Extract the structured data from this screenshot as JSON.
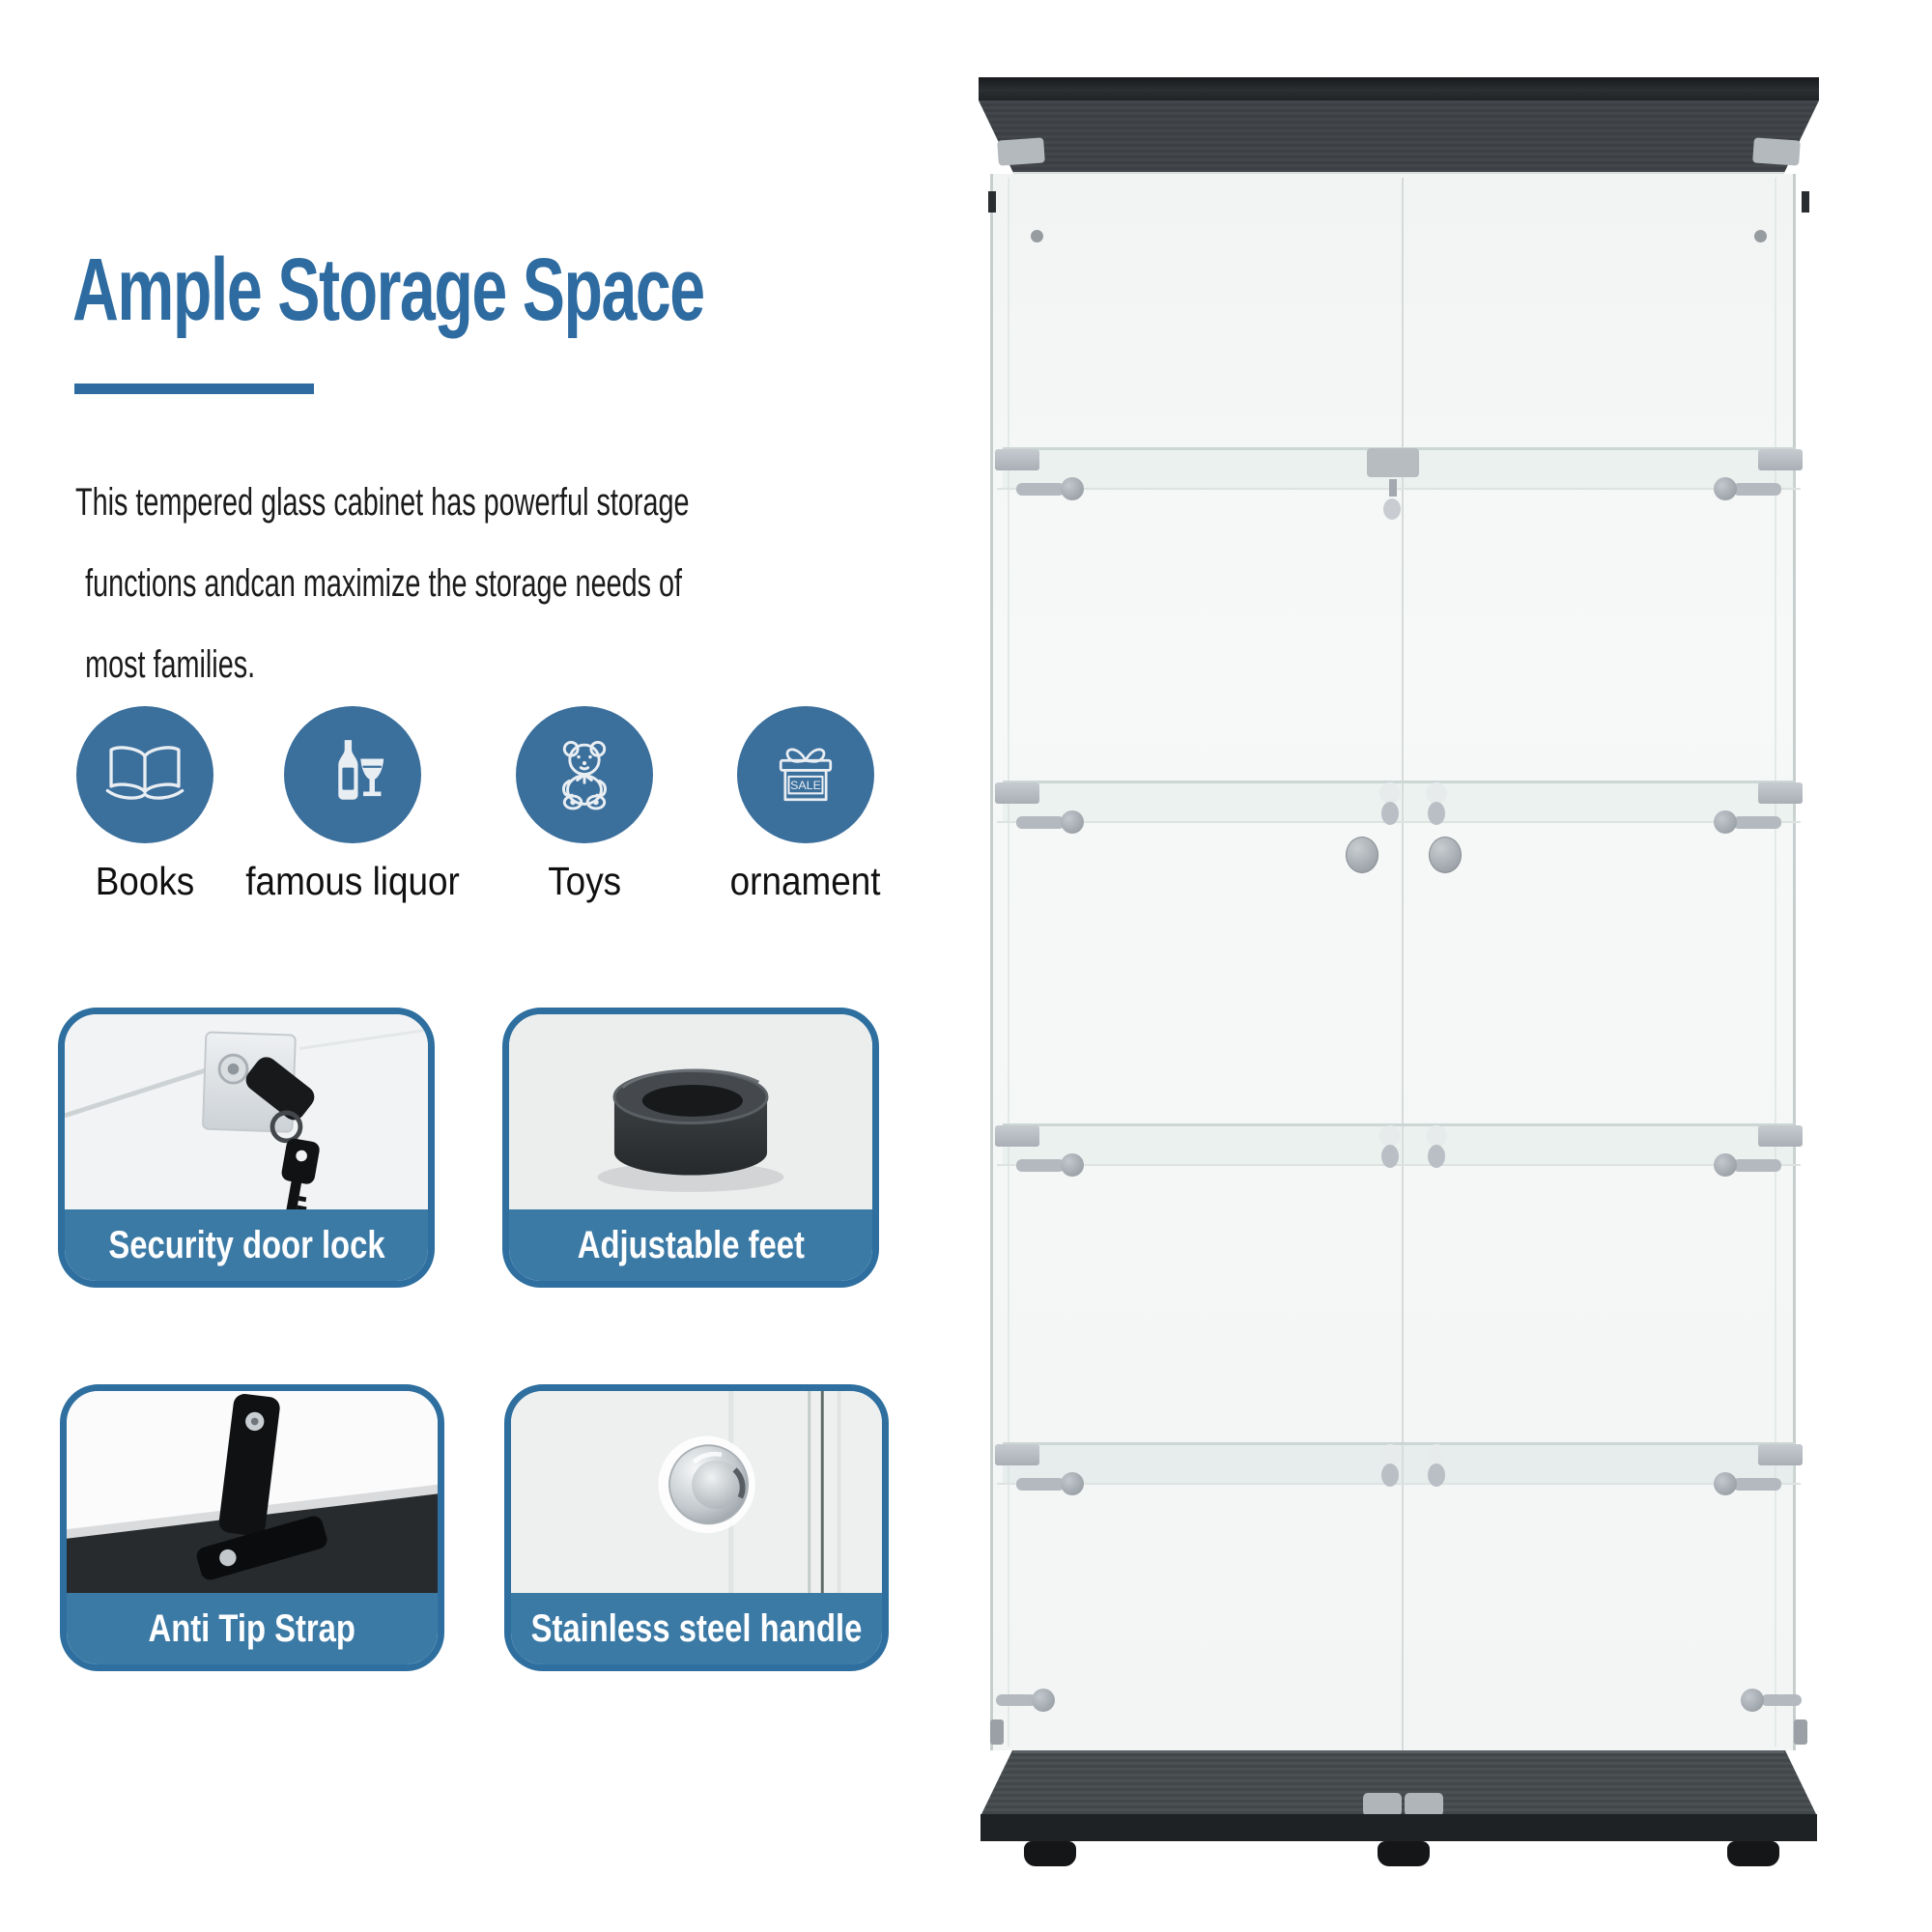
{
  "colors": {
    "title_blue": "#2d6ba0",
    "banner_blue": "#3c7aa6",
    "icon_circle_blue": "#3b6f9c",
    "card_border_blue": "#2e6f9f",
    "body_text": "#1b1b1b",
    "cabinet_wood_dark": "#3f4347",
    "cabinet_base_black": "#1f2225"
  },
  "header": {
    "title": "Ample Storage Space"
  },
  "description": {
    "line1": "This tempered glass cabinet has powerful storage",
    "line2": "functions andcan maximize the storage needs of",
    "line3": "most families."
  },
  "use_cases": [
    {
      "label": "Books",
      "icon": "open-book-icon"
    },
    {
      "label": "famous liquor",
      "icon": "bottle-and-wine-glass-icon"
    },
    {
      "label": "Toys",
      "icon": "teddy-bear-icon"
    },
    {
      "label": "ornament",
      "icon": "gift-box-icon",
      "badge": "SALE"
    }
  ],
  "features": [
    {
      "label": "Security door lock",
      "photo": "lock-with-keys-photo"
    },
    {
      "label": "Adjustable feet",
      "photo": "black-adjustable-foot-photo"
    },
    {
      "label": "Anti Tip Strap",
      "photo": "anti-tip-strap-photo"
    },
    {
      "label": "Stainless steel handle",
      "photo": "steel-knob-photo"
    }
  ]
}
